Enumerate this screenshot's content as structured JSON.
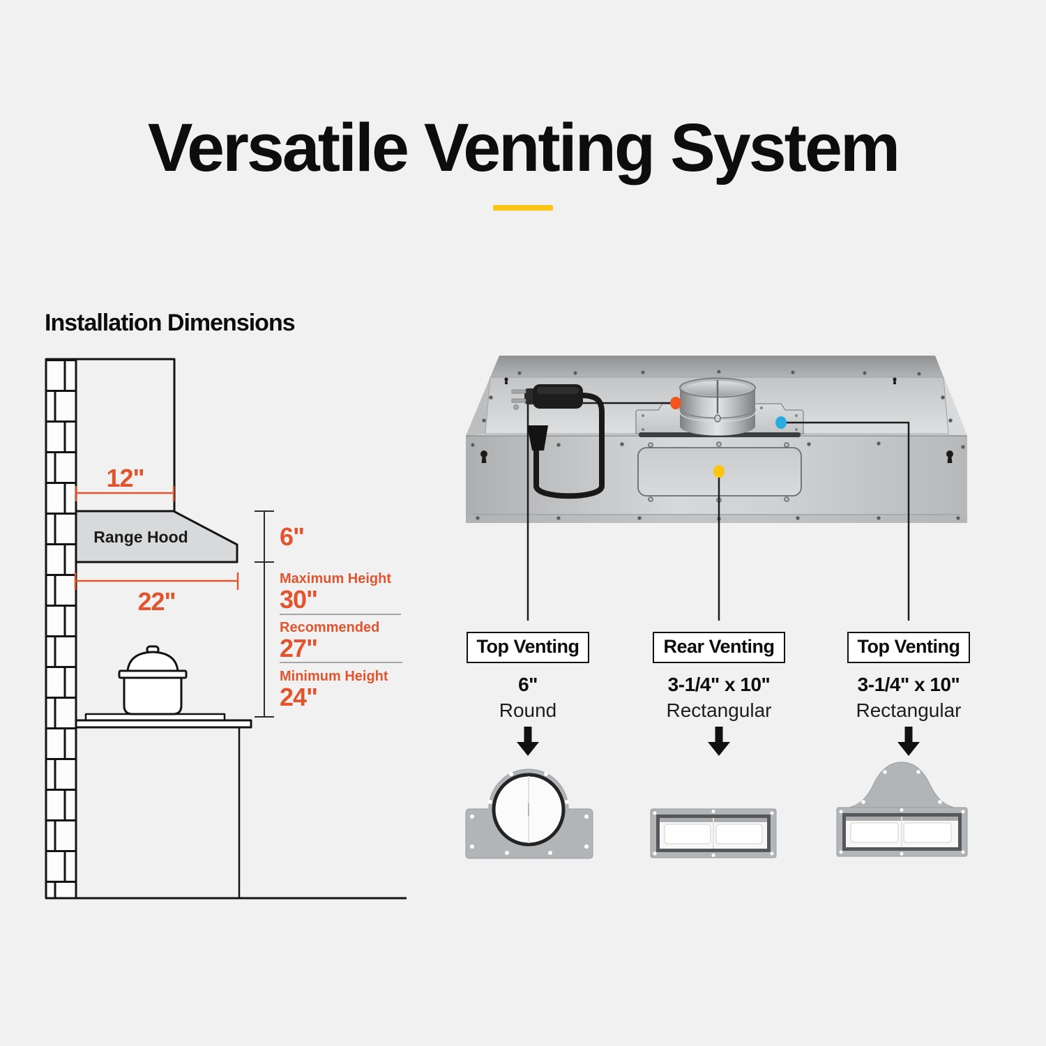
{
  "header": {
    "title": "Versatile Venting System",
    "underline_color": "#fdc513"
  },
  "installation": {
    "heading": "Installation Dimensions",
    "hood_label": "Range Hood",
    "duct_width": "12\"",
    "hood_depth": "22\"",
    "hood_height": "6\"",
    "heights": [
      {
        "label": "Maximum Height",
        "value": "30\""
      },
      {
        "label": "Recommended",
        "value": "27\""
      },
      {
        "label": "Minimum Height",
        "value": "24\""
      }
    ]
  },
  "venting_options": [
    {
      "tag": "Top Venting",
      "size": "6\"",
      "shape": "Round",
      "dot_color": "#f0561d"
    },
    {
      "tag": "Rear Venting",
      "size": "3-1/4\" x 10\"",
      "shape": "Rectangular",
      "dot_color": "#ffc40c"
    },
    {
      "tag": "Top Venting",
      "size": "3-1/4\" x 10\"",
      "shape": "Rectangular",
      "dot_color": "#29abe2"
    }
  ],
  "colors": {
    "dimension_orange": "#e2542e",
    "leader_black": "#1c1c1c",
    "background": "#f1f1f2"
  }
}
